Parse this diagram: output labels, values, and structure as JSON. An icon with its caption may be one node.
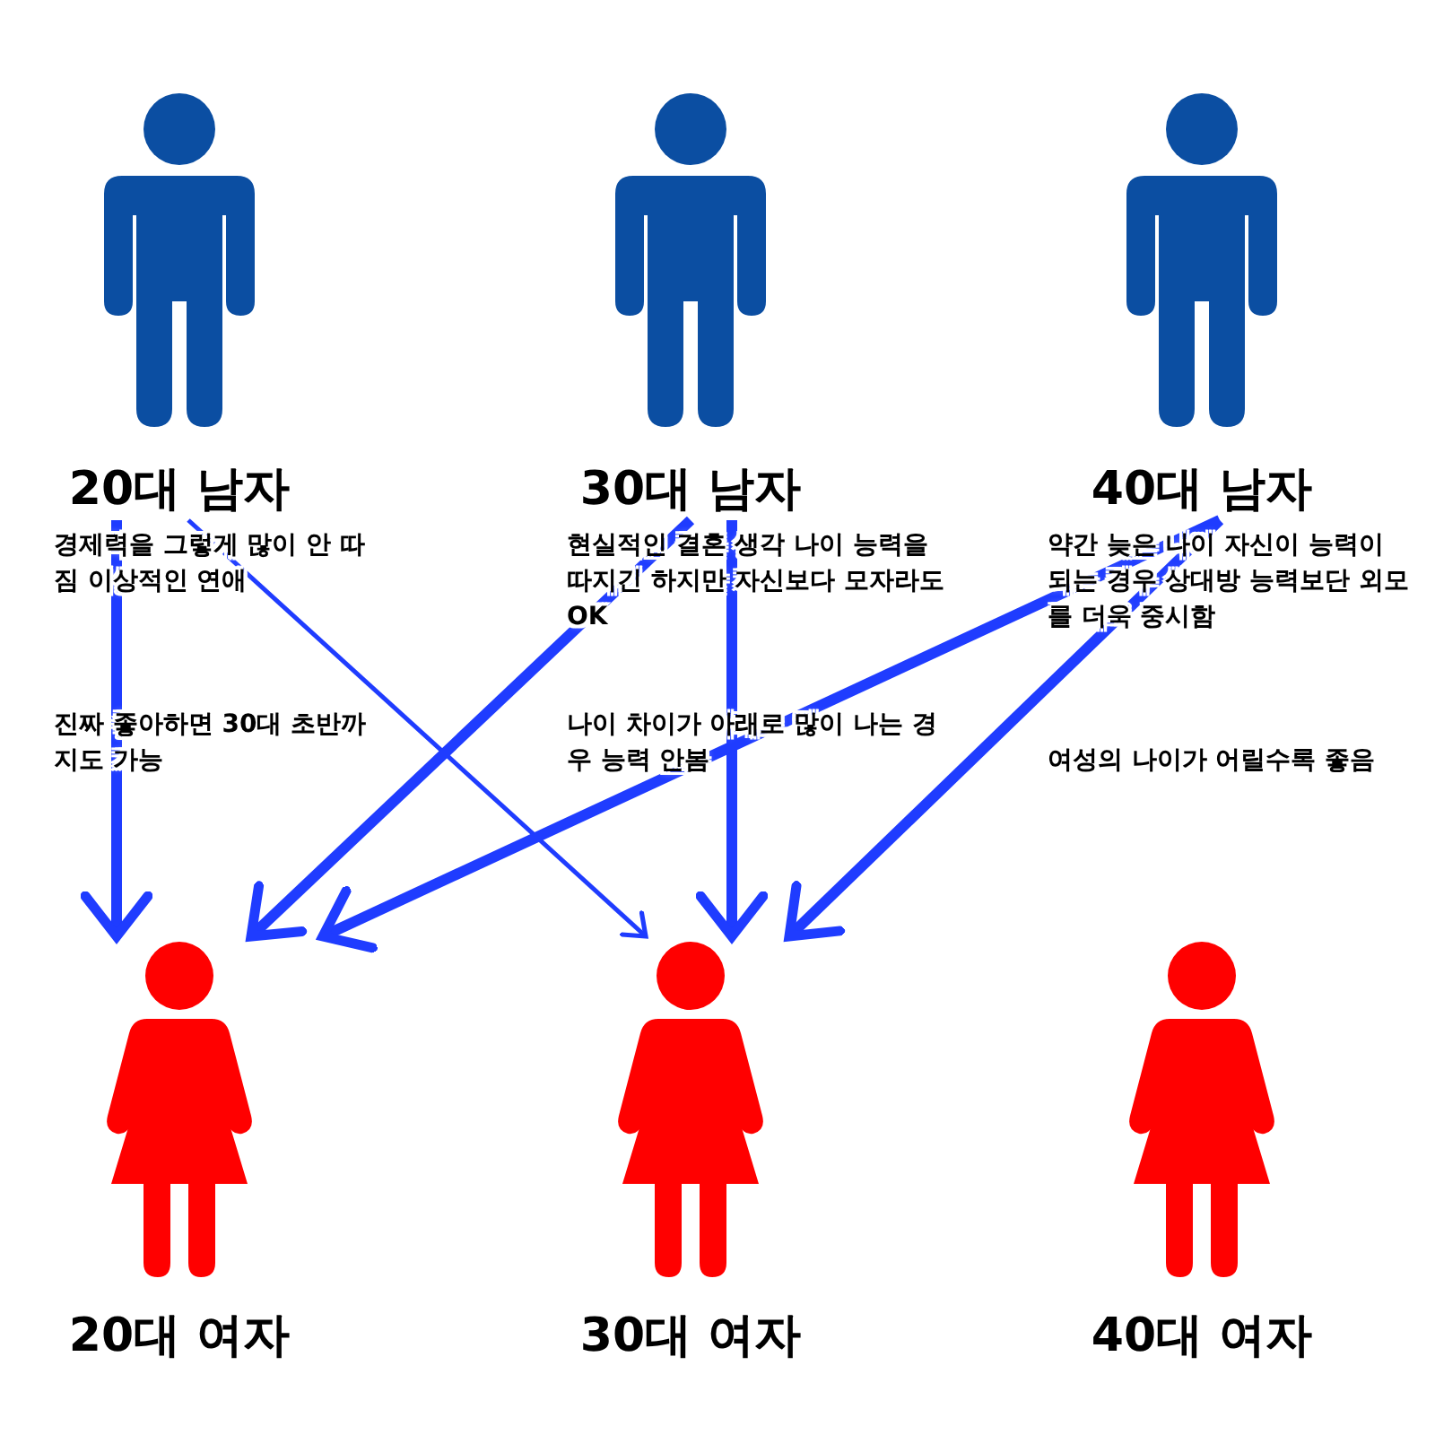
{
  "diagram": {
    "nodes": [
      {
        "text": [
          "20대 남자"
        ]
      },
      {
        "text": [
          "30대 남자"
        ]
      },
      {
        "text": [
          "40대 남자"
        ]
      },
      {
        "text": [
          "20대 여자"
        ]
      },
      {
        "text": [
          "30대 여자"
        ]
      },
      {
        "text": [
          "40대 여자"
        ]
      }
    ],
    "edges": [
      {
        "from": 0,
        "to": 3,
        "arrow": "to"
      },
      {
        "from": 0,
        "to": 4,
        "arrow": "to"
      },
      {
        "from": 1,
        "to": 3,
        "arrow": "to"
      },
      {
        "from": 1,
        "to": 4,
        "arrow": "to"
      },
      {
        "from": 2,
        "to": 3,
        "arrow": "to"
      },
      {
        "from": 2,
        "to": 4,
        "arrow": "to"
      }
    ],
    "labels": [
      "경제력을 그렇게 많이 안 따짐 이상적인 연애",
      "현실적인 결혼 생각 나이 능력을 따지긴 하지만 자신보다 모자라도 OK",
      "약간 늦은 나이 자신이 능력이 되는 경우 상대방 능력보단 외모를 더욱 중시함",
      "진짜 좋아하면 30대 초반까지도 가능",
      "나이 차이가 아래로 많이 나는 경우 능력 안봄",
      "여성의 나이가 어릴수록 좋음"
    ]
  }
}
